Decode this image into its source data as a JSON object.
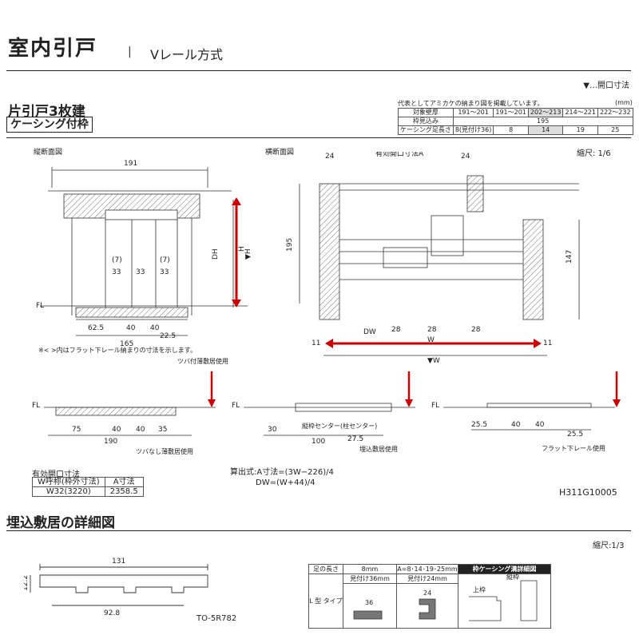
{
  "header": {
    "title": "室内引戸",
    "separator": "|",
    "subtitle": "Vレール方式"
  },
  "legend": "▼…開口寸法",
  "section1": {
    "title": "片引戸3枚建",
    "badge": "ケーシング付枠"
  },
  "spec_table": {
    "caption": "代表としてアミカケの納まり図を掲載しています。",
    "unit": "(mm)",
    "rows": [
      [
        "対象壁厚",
        "191～201",
        "191～201",
        "202～213",
        "214～221",
        "222～232"
      ],
      [
        "枠見込み",
        "195"
      ],
      [
        "ケーシング足長さ",
        "8(見付け36)",
        "8",
        "14",
        "19",
        "25"
      ]
    ]
  },
  "views": {
    "vertical": "縦断面図",
    "horizontal": "横断面図",
    "scale1": "縮尺: 1/6"
  },
  "notes": {
    "bracket": "※< >内はフラット下レール納まりの寸法を示します。",
    "tsuba_thin": "ツバ付薄敷居使用",
    "tsuba_none": "ツバなし薄敷居使用",
    "embedded": "埋込敷居使用",
    "flat": "フラット下レール使用",
    "center": "縦枠センター(柱センター)"
  },
  "dim_table": {
    "caption": "有効開口寸法",
    "header": [
      "W呼称(枠外寸法)",
      "A寸法"
    ],
    "row": [
      "W32(3220)",
      "2358.5"
    ]
  },
  "formula": {
    "a": "算出式:A寸法=(3W−226)/4",
    "dw": "DW=(W+44)/4"
  },
  "code1": "H311G10005",
  "section2": {
    "title": "埋込敷居の詳細図",
    "scale": "縮尺:1/3",
    "part": "TO-5R782"
  },
  "detail_table": {
    "col0": "足の長さ",
    "col1": "8mm",
    "col2": "A=8･14･19･25mm",
    "col3": "枠ケーシング溝詳細図",
    "mitsuke1": "見付け36mm",
    "mitsuke2": "見付け24mm",
    "type": "L 型 タイプ",
    "kamiwaku": "上枠",
    "tatewaku": "縦枠"
  }
}
